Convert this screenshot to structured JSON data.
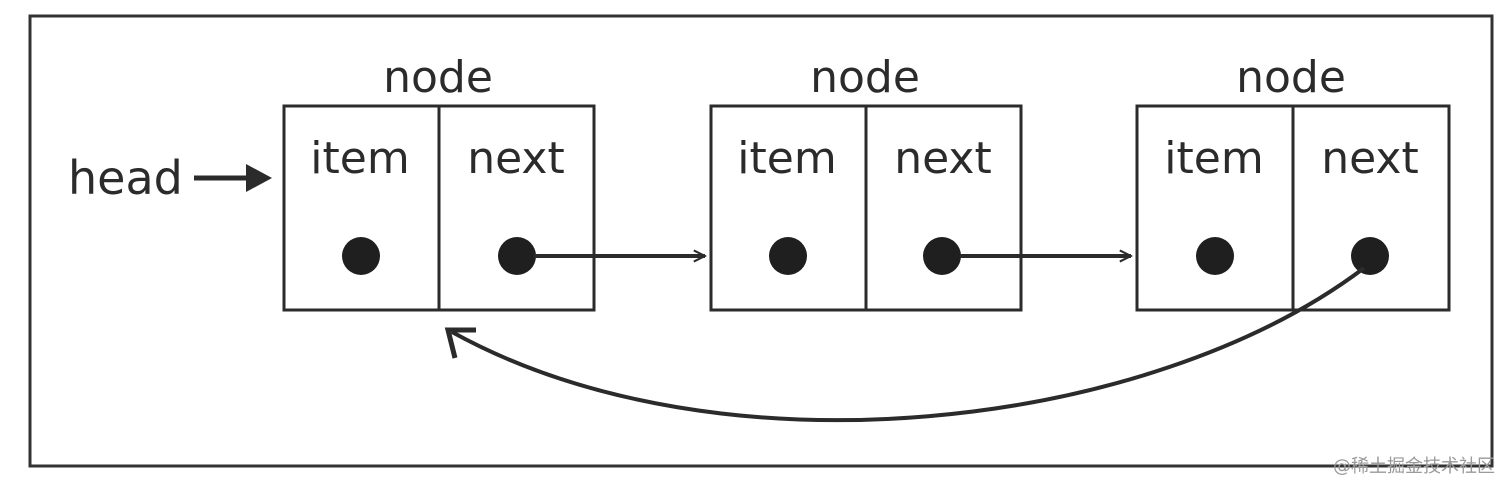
{
  "diagram": {
    "head_label": "head",
    "nodes": [
      {
        "title": "node",
        "item_label": "item",
        "next_label": "next"
      },
      {
        "title": "node",
        "item_label": "item",
        "next_label": "next"
      },
      {
        "title": "node",
        "item_label": "item",
        "next_label": "next"
      }
    ],
    "colors": {
      "ink": "#2b2b2b",
      "frame": "#333333",
      "background": "#ffffff"
    }
  },
  "watermark": "@稀土掘金技术社区"
}
